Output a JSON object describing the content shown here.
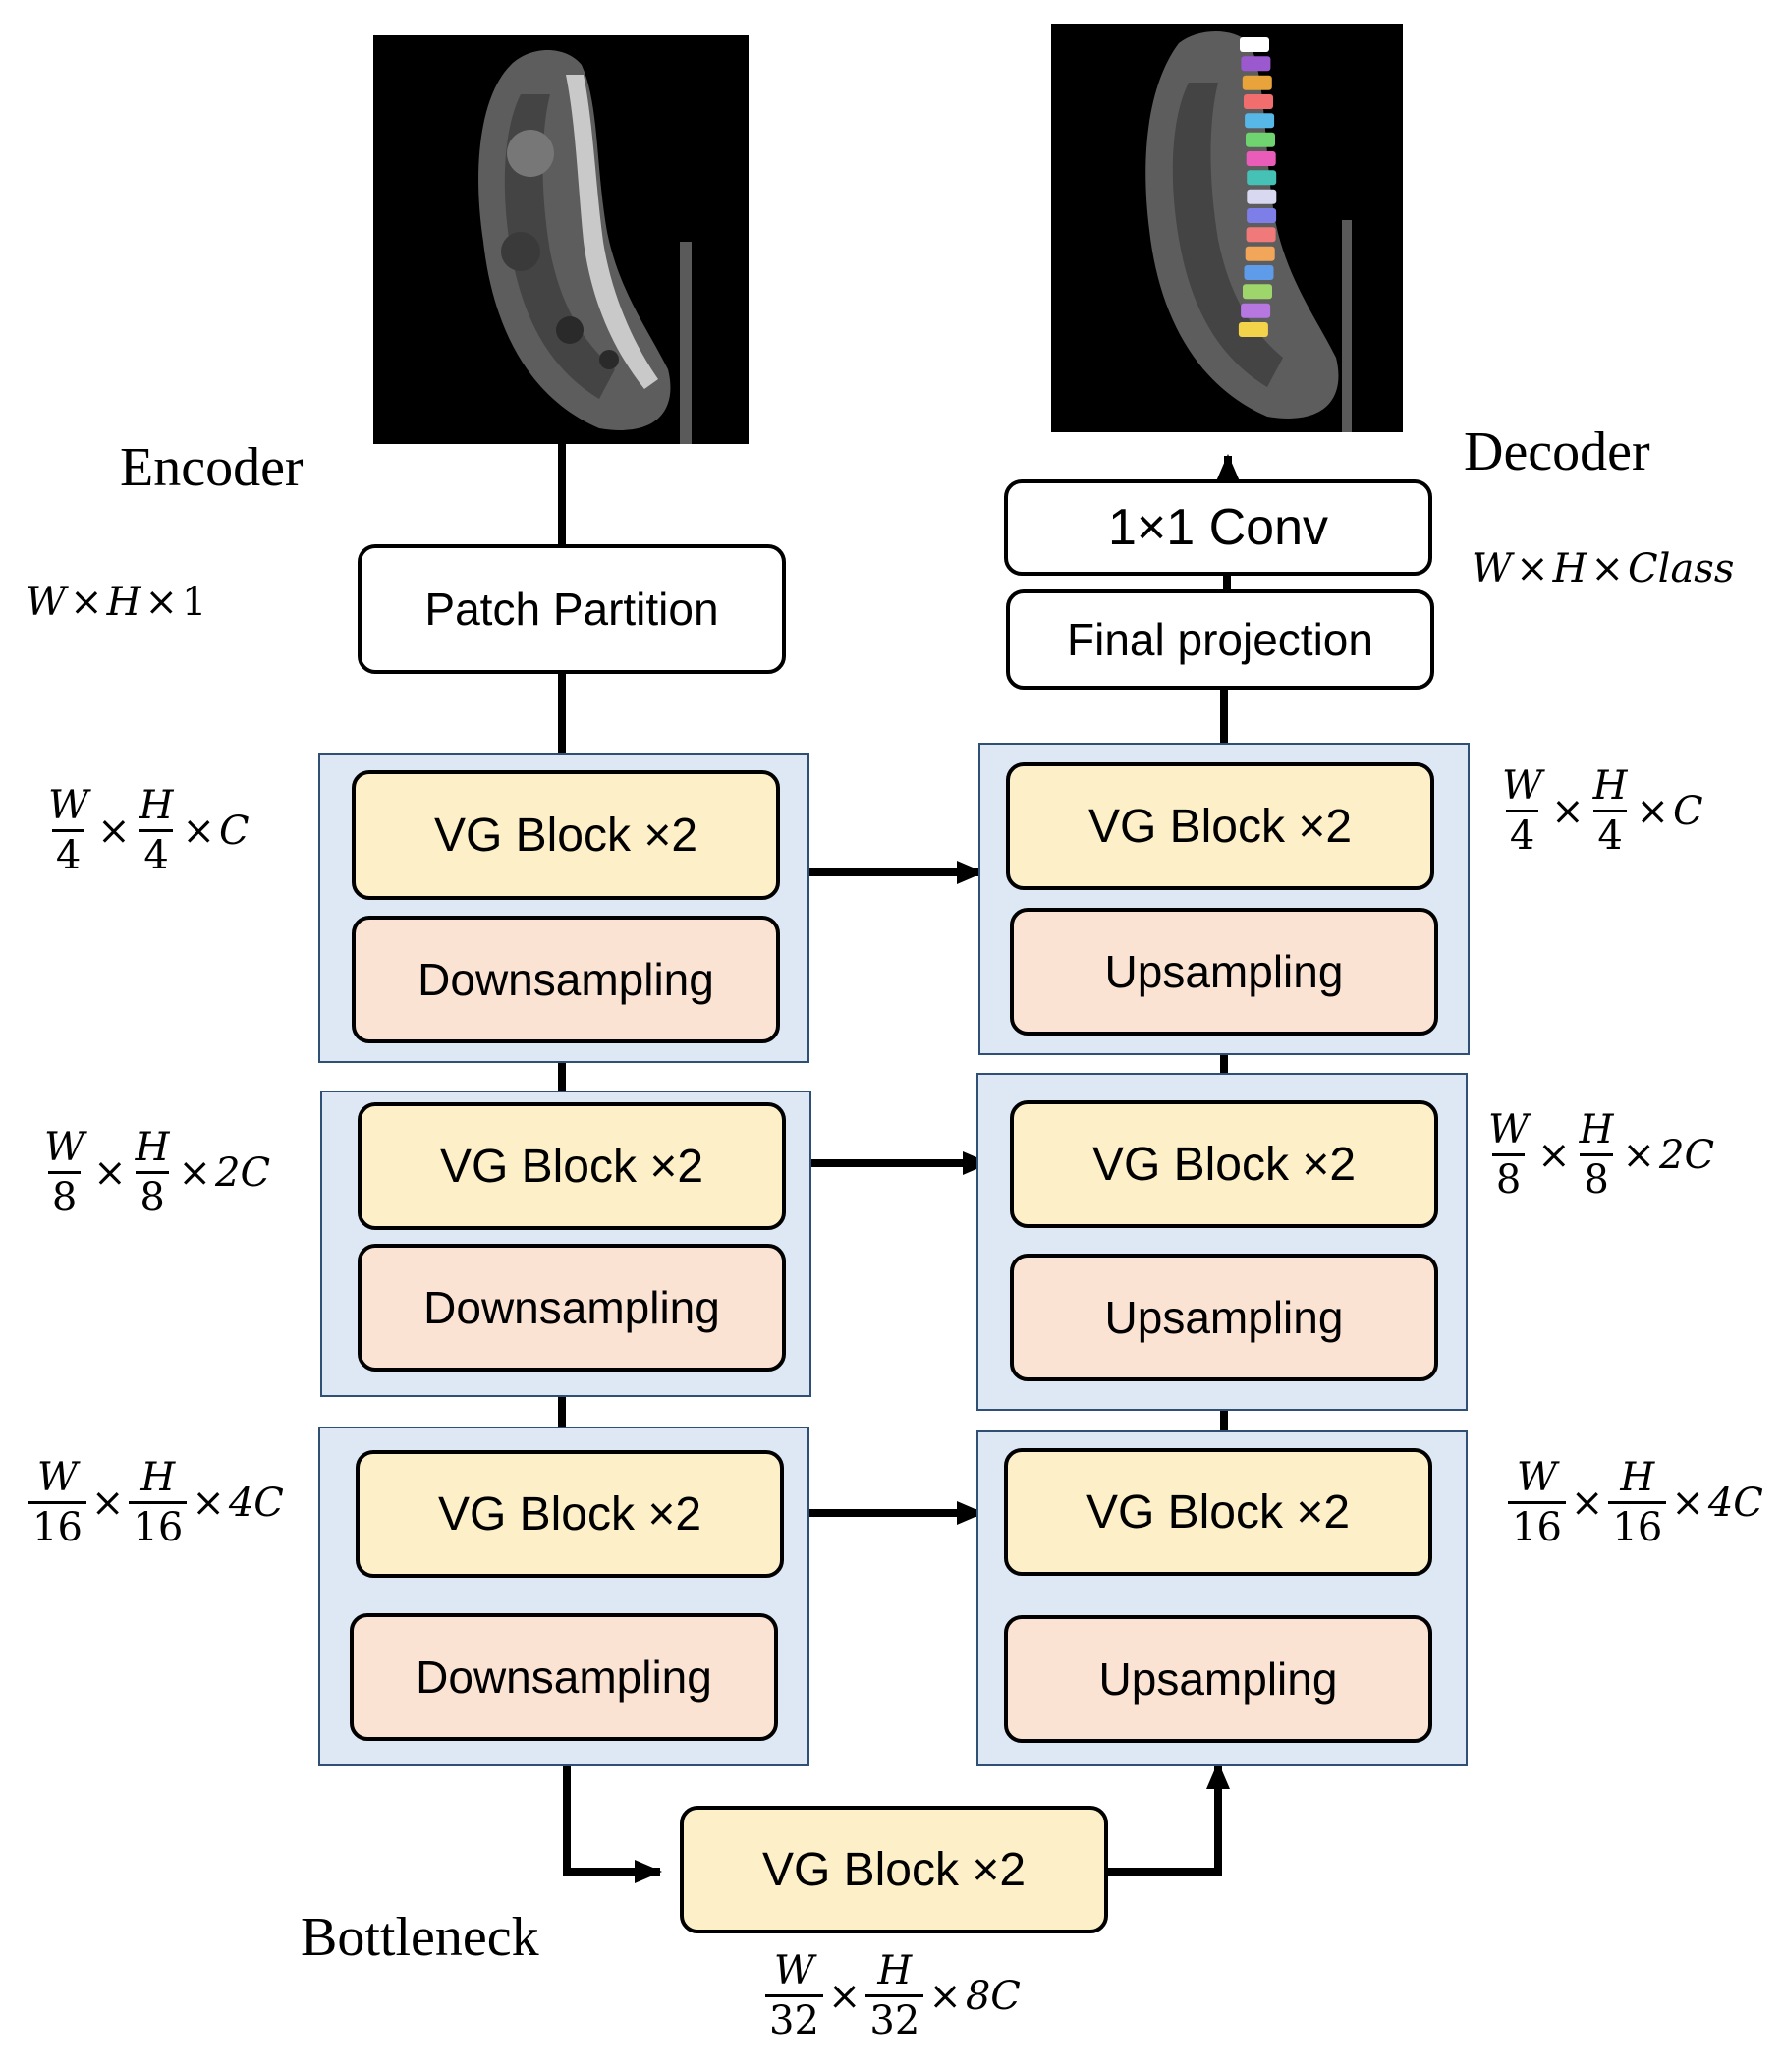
{
  "headings": {
    "encoder": "Encoder",
    "decoder": "Decoder",
    "bottleneck": "Bottleneck"
  },
  "encoder": {
    "patch_partition": "Patch Partition",
    "input_dim": {
      "w": "W",
      "h": "H",
      "c": "1"
    },
    "stages": [
      {
        "block": "VG Block ×2",
        "sample": "Downsampling",
        "dim": {
          "wn": "W",
          "wd": "4",
          "hn": "H",
          "hd": "4",
          "c": "C"
        }
      },
      {
        "block": "VG Block ×2",
        "sample": "Downsampling",
        "dim": {
          "wn": "W",
          "wd": "8",
          "hn": "H",
          "hd": "8",
          "c": "2C"
        }
      },
      {
        "block": "VG Block ×2",
        "sample": "Downsampling",
        "dim": {
          "wn": "W",
          "wd": "16",
          "hn": "H",
          "hd": "16",
          "c": "4C"
        }
      }
    ]
  },
  "decoder": {
    "conv": "1×1 Conv",
    "final_projection": "Final projection",
    "output_dim": {
      "w": "W",
      "h": "H",
      "c": "Class"
    },
    "stages": [
      {
        "block": "VG Block ×2",
        "sample": "Upsampling",
        "dim": {
          "wn": "W",
          "wd": "4",
          "hn": "H",
          "hd": "4",
          "c": "C"
        }
      },
      {
        "block": "VG Block ×2",
        "sample": "Upsampling",
        "dim": {
          "wn": "W",
          "wd": "8",
          "hn": "H",
          "hd": "8",
          "c": "2C"
        }
      },
      {
        "block": "VG Block ×2",
        "sample": "Upsampling",
        "dim": {
          "wn": "W",
          "wd": "16",
          "hn": "H",
          "hd": "16",
          "c": "4C"
        }
      }
    ]
  },
  "bottleneck": {
    "block": "VG Block ×2",
    "dim": {
      "wn": "W",
      "wd": "32",
      "hn": "H",
      "hd": "32",
      "c": "8C"
    }
  },
  "symbols": {
    "times": "×"
  },
  "colors": {
    "group_fill": "#dde8f4",
    "group_border": "#2f4f75",
    "vg_block_fill": "#fdf0c8",
    "sample_fill": "#fbe3d3",
    "segmentation_labels": [
      "#ffffff",
      "#9b59d0",
      "#e8a33a",
      "#f26d6d",
      "#57b8e8",
      "#6fd36f",
      "#e95db8",
      "#46c1b5",
      "#d8d8f0",
      "#7e7ee8",
      "#f07a7a",
      "#f2a65a",
      "#5e9be8",
      "#9fd66b",
      "#b678e0",
      "#f3d34a"
    ]
  }
}
